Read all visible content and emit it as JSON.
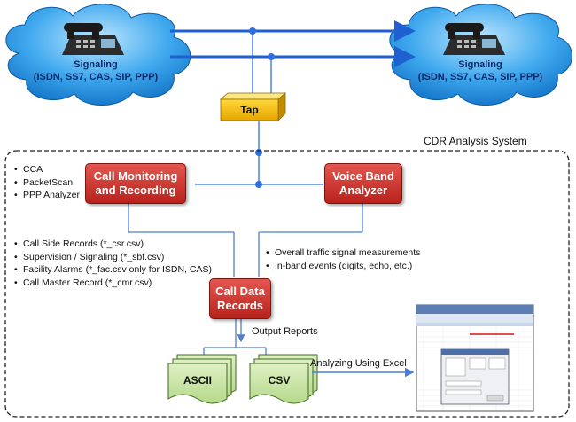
{
  "clouds": [
    {
      "title": "Signaling",
      "protocols": "(ISDN, SS7, CAS, SIP, PPP)"
    },
    {
      "title": "Signaling",
      "protocols": "(ISDN, SS7, CAS, SIP, PPP)"
    }
  ],
  "tap": {
    "label": "Tap"
  },
  "system": {
    "title": "CDR Analysis System"
  },
  "tools": [
    "CCA",
    "PacketScan",
    "PPP Analyzer"
  ],
  "call_monitoring": {
    "line1": "Call Monitoring",
    "line2": "and Recording"
  },
  "voice_band": {
    "line1": "Voice Band",
    "line2": "Analyzer"
  },
  "records_list": [
    "Call  Side Records (*_csr.csv)",
    "Supervision / Signaling (*_sbf.csv)",
    "Facility Alarms (*_fac.csv only for ISDN, CAS)",
    "Call Master Record (*_cmr.csv)"
  ],
  "voice_list": [
    "Overall traffic signal measurements",
    "In-band events (digits, echo, etc.)"
  ],
  "call_data": {
    "line1": "Call Data",
    "line2": "Records"
  },
  "output_reports": "Output Reports",
  "docs": [
    {
      "label": "ASCII"
    },
    {
      "label": "CSV"
    }
  ],
  "excel_caption": "Analyzing Using Excel",
  "colors": {
    "line": "#1f5fd1",
    "red_box": "#c9302a",
    "tap": "#f5b800",
    "doc": "#c6e39a",
    "cloud": "#1a92e0"
  }
}
